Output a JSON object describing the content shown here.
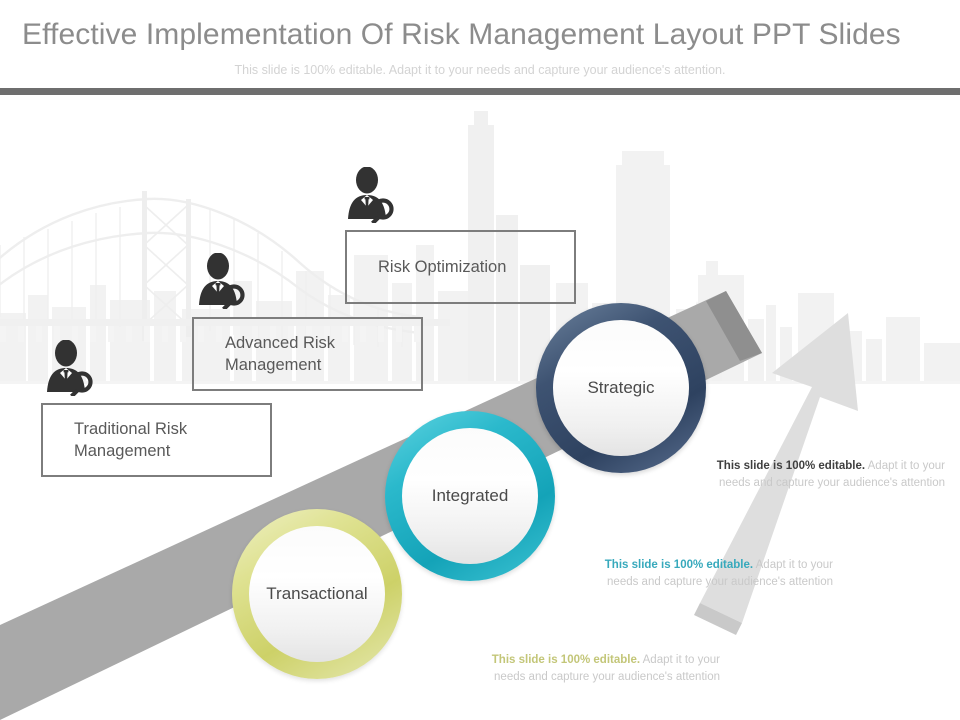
{
  "header": {
    "title": "Effective Implementation Of Risk Management Layout PPT Slides",
    "subtitle": "This slide is 100% editable. Adapt it to your needs and capture your audience's attention."
  },
  "stage_boxes": [
    {
      "id": "traditional",
      "label": "Traditional Risk Management",
      "icon": "businessperson-search-icon"
    },
    {
      "id": "advanced",
      "label": "Advanced Risk Management",
      "icon": "businessperson-search-icon"
    },
    {
      "id": "optimization",
      "label": "Risk Optimization",
      "icon": "businessperson-search-icon"
    }
  ],
  "circles": [
    {
      "id": "transactional",
      "label": "Transactional",
      "color": "#d5d86e"
    },
    {
      "id": "integrated",
      "label": "Integrated",
      "color": "#1fb1c5"
    },
    {
      "id": "strategic",
      "label": "Strategic",
      "color": "#3d5370"
    }
  ],
  "annotations": [
    {
      "id": "strategic",
      "lead": "This slide is 100% editable.",
      "rest": " Adapt it to your needs and capture your audience's attention",
      "lead_color": "#3f3f3f"
    },
    {
      "id": "integrated",
      "lead": "This slide is 100% editable.",
      "rest": " Adapt it to your needs and capture your audience's attention",
      "lead_color": "#37a9bc"
    },
    {
      "id": "transactional",
      "lead": "This slide is 100% editable.",
      "rest": " Adapt it to your needs and capture your audience's attention",
      "lead_color": "#c3c678"
    }
  ],
  "decor": {
    "arrow": "upward-growth-arrow",
    "ramp": "ascending-ramp",
    "skyline": "city-skyline-silhouette",
    "bridge": "suspension-bridge-silhouette",
    "rule_color": "#6e6e6e"
  }
}
